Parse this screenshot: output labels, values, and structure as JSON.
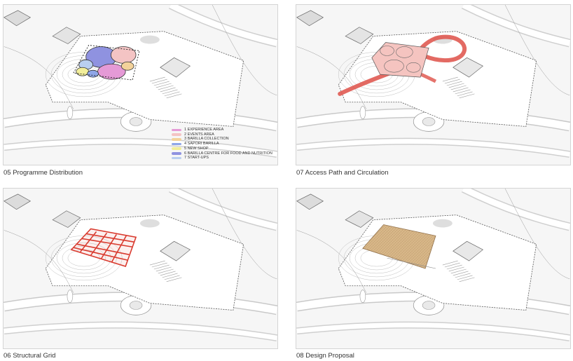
{
  "panels": [
    {
      "id": "programme-distribution",
      "caption": "05  Programme Distribution"
    },
    {
      "id": "access-path",
      "caption": "07  Access Path and Circulation"
    },
    {
      "id": "structural-grid",
      "caption": "06  Structural Grid"
    },
    {
      "id": "design-proposal",
      "caption": "08  Design Proposal"
    }
  ],
  "legend": [
    {
      "label": "1  EXPERIENCE AREA",
      "color": "#e59ad6"
    },
    {
      "label": "2  EVENTS AREA",
      "color": "#f4c4c4"
    },
    {
      "label": "3  BARILLA COLLECTION",
      "color": "#f3d29a"
    },
    {
      "label": "4  SAPORI BARILLA",
      "color": "#8fa6e8"
    },
    {
      "label": "5  NEW SHOP",
      "color": "#f2ee9a"
    },
    {
      "label": "6  BARILLA CENTRE FOR FOOD AND NUTRITION",
      "color": "#8f92e0"
    },
    {
      "label": "7  START-UPS",
      "color": "#b9cff0"
    }
  ],
  "colors": {
    "circulation": "#e05a52",
    "grid": "#d93a2e",
    "roof": "#d9b98a",
    "linework": "#9a9a9a"
  }
}
